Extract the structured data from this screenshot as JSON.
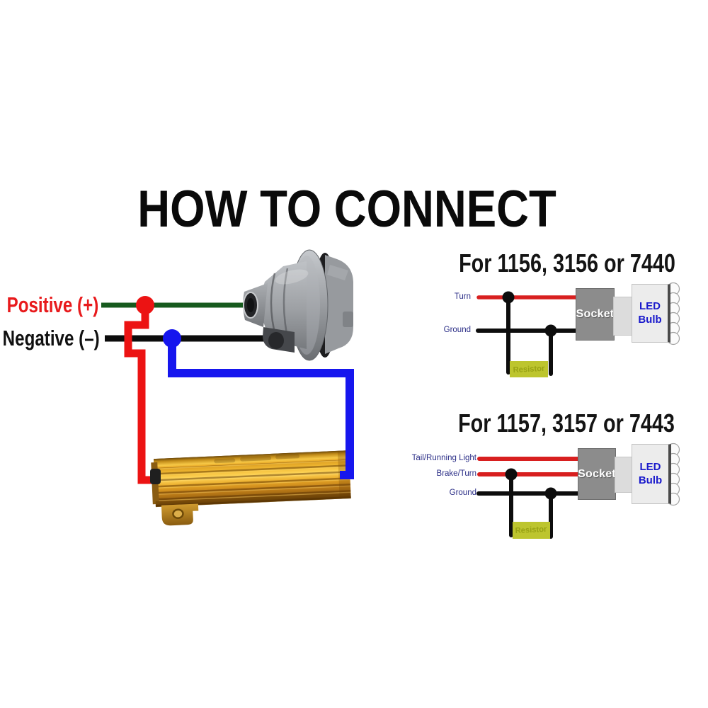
{
  "title": "HOW TO CONNECT",
  "colors": {
    "positive_wire_green": "#175a1e",
    "negative_wire_black": "#0c0c0c",
    "resistor_lead_red": "#ec1313",
    "resistor_lead_blue": "#1616ee",
    "signal_wire_red": "#d81f1f",
    "label_navy": "#2b2e87",
    "socket_box_gray": "#8c8c8c",
    "led_box_gray": "#ececec",
    "resistor_chip_yellow": "#bdc52e",
    "resistor_body_gold": "#e8a826"
  },
  "main_diagram": {
    "positive_label": "Positive (+)",
    "negative_label": "Negative (–)"
  },
  "single_filament_diagram": {
    "heading": "For 1156, 3156 or 7440",
    "turn_label": "Turn",
    "ground_label": "Ground",
    "resistor_label": "Resistor",
    "socket_label": "Socket",
    "led_bulb_label": "LED Bulb"
  },
  "dual_filament_diagram": {
    "heading": "For 1157, 3157 or 7443",
    "tail_label": "Tail/Running Light",
    "brake_label": "Brake/Turn",
    "ground_label": "Ground",
    "resistor_label": "Resistor",
    "socket_label": "Socket",
    "led_bulb_label": "LED Bulb"
  }
}
